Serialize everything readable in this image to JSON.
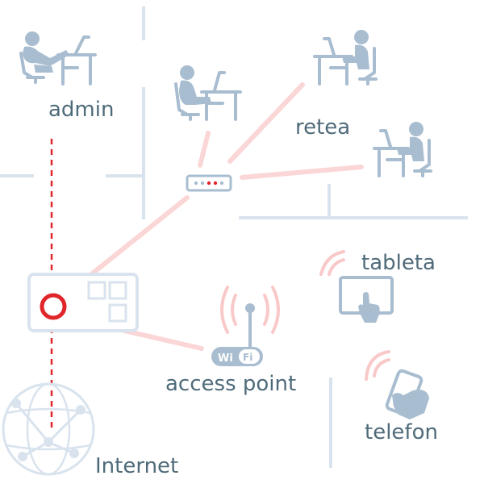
{
  "labels": {
    "admin": "admin",
    "retea": "retea",
    "tableta": "tableta",
    "access_point": "access point",
    "telefon": "telefon",
    "internet": "Internet",
    "wifi_left": "Wi",
    "wifi_right": "Fi"
  },
  "colors": {
    "link": "#fbd6d6",
    "wall": "#d9e3ee",
    "icon": "#a9bdd0",
    "text": "#4f6b7a",
    "accent": "#e0262b"
  },
  "icons": {
    "router": "router-icon",
    "server_panel": "server-panel-icon",
    "globe": "internet-globe-icon",
    "wifi": "wifi-access-point-icon",
    "tablet": "tablet-icon",
    "phone": "phone-icon"
  }
}
